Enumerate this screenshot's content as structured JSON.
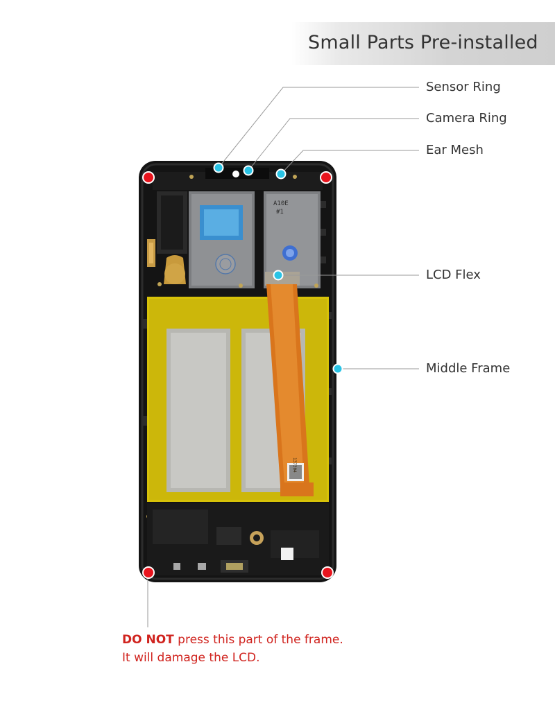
{
  "banner": {
    "title": "Small Parts Pre-installed"
  },
  "labels": {
    "sensor_ring": "Sensor Ring",
    "camera_ring": "Camera Ring",
    "ear_mesh": "Ear Mesh",
    "lcd_flex": "LCD Flex",
    "middle_frame": "Middle Frame"
  },
  "warning": {
    "bold": "DO NOT",
    "line1_rest": " press this part of the frame.",
    "line2": "It will damage the LCD."
  },
  "device_print": {
    "board_code": "A10E",
    "board_number": "#1",
    "flex_id": "137304"
  },
  "colors": {
    "callout_dot": "#29c3e5",
    "warning_dot": "#e8141d",
    "warning_text": "#d0231e",
    "frame": "#161616",
    "adhesive": "#d9c500",
    "flex": "#d9751c"
  }
}
